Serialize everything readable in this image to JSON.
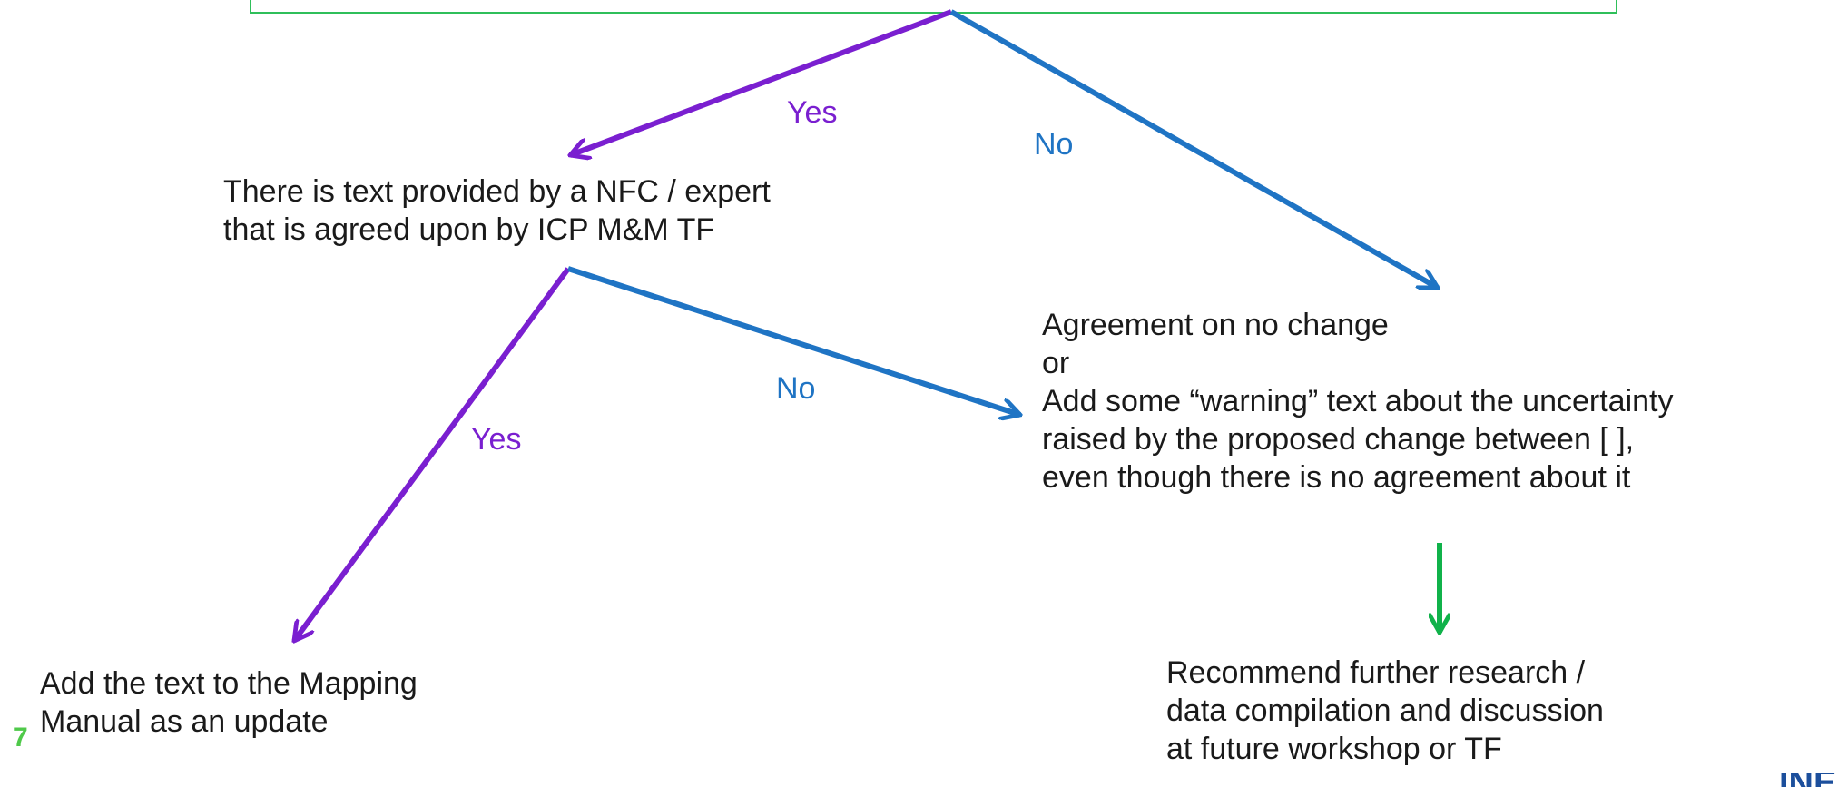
{
  "colors": {
    "yes_arrow": "#7a1fd0",
    "no_arrow": "#1f74c4",
    "down_arrow": "#10b24a",
    "top_box_border": "#2fbf5a",
    "page_number": "#4fc94a",
    "logo": "#1c4f9c"
  },
  "nodes": {
    "nfc_text": "There is text provided by a NFC / expert\nthat is agreed upon by ICP M&M TF",
    "agreement": "Agreement on no change\nor\nAdd some “warning” text about the uncertainty\nraised by the proposed change between [ ],\neven though there is no agreement about it",
    "add_text": "Add the text to the Mapping\nManual as an update",
    "recommend": "Recommend further research /\ndata compilation and discussion\nat future workshop or TF"
  },
  "edge_labels": {
    "top_yes": "Yes",
    "top_no": "No",
    "mid_yes": "Yes",
    "mid_no": "No"
  },
  "footer": {
    "page_number": "7",
    "logo_fragment": "INE"
  }
}
